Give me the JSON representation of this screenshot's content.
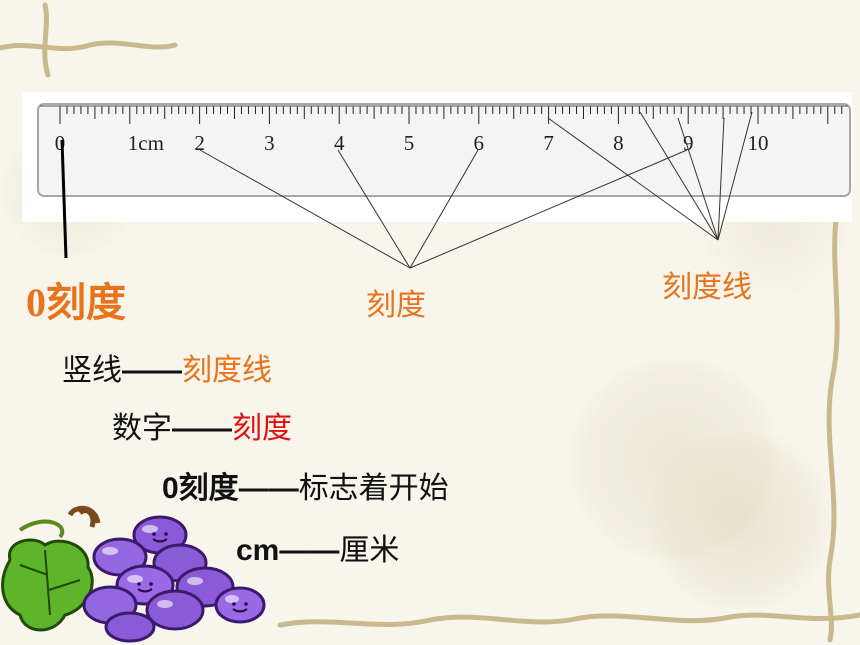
{
  "ruler": {
    "numbers": [
      "0",
      "1cm",
      "2",
      "3",
      "4",
      "5",
      "6",
      "7",
      "8",
      "9",
      "10"
    ]
  },
  "callouts": {
    "zero_label": "0刻度",
    "scale_label": "刻度",
    "line_label": "刻度线"
  },
  "definitions": [
    {
      "term": "竖线",
      "dash": "——",
      "meaning": "刻度线",
      "meaning_color": "#e8731a"
    },
    {
      "term": "数字",
      "dash": "——",
      "meaning": "刻度",
      "meaning_color": "#e01010"
    },
    {
      "term": "0刻度",
      "dash": "——",
      "meaning": "标志着开始",
      "meaning_color": "#111111"
    },
    {
      "term": "cm",
      "dash": "——",
      "meaning": "厘米",
      "meaning_color": "#111111"
    }
  ],
  "colors": {
    "accent_orange": "#e8731a",
    "accent_red": "#e01010",
    "ruler_face": "#f4f4f4",
    "vine": "#c9b98c"
  }
}
